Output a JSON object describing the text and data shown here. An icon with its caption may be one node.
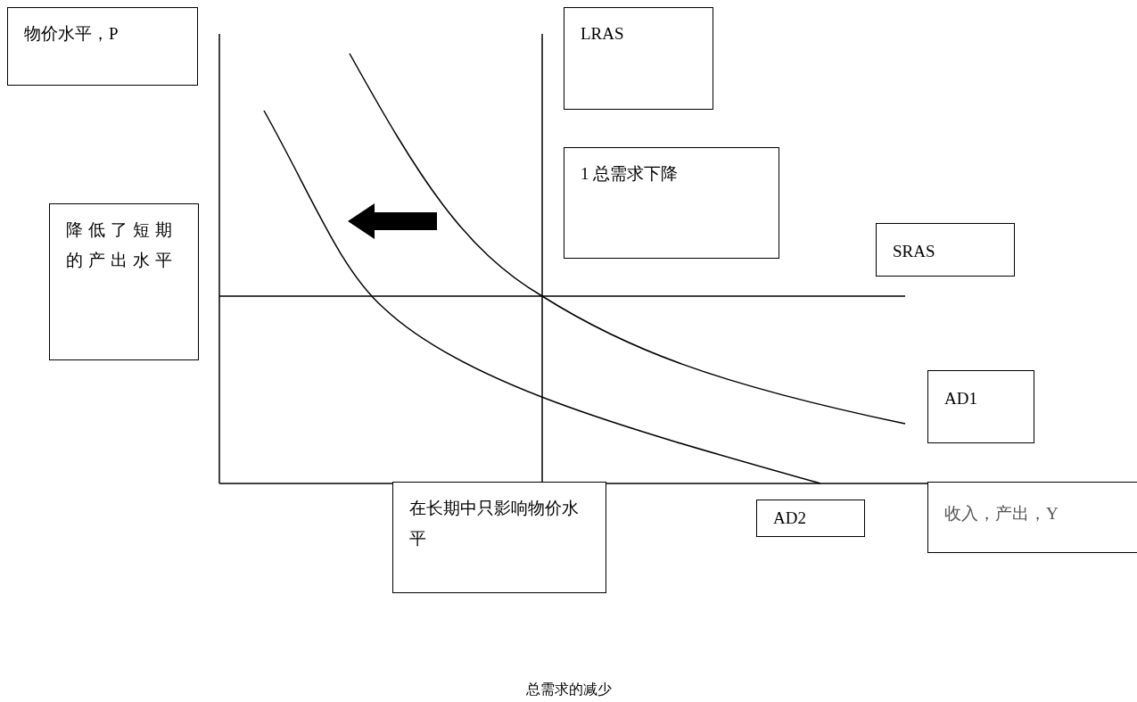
{
  "diagram": {
    "caption": "总需求的减少",
    "nodes": [
      {
        "text": [
          "物价水平，P"
        ]
      },
      {
        "text": [
          "LRAS"
        ]
      },
      {
        "text": [
          "1 总需求下降"
        ]
      },
      {
        "text": [
          "降低了短期的产出水平"
        ]
      },
      {
        "text": [
          "SRAS"
        ]
      },
      {
        "text": [
          "AD1"
        ]
      },
      {
        "text": [
          "收入，产出，Y"
        ]
      },
      {
        "text": [
          "AD2"
        ]
      },
      {
        "text": [
          "在长期中只影响物价水平"
        ]
      }
    ]
  }
}
